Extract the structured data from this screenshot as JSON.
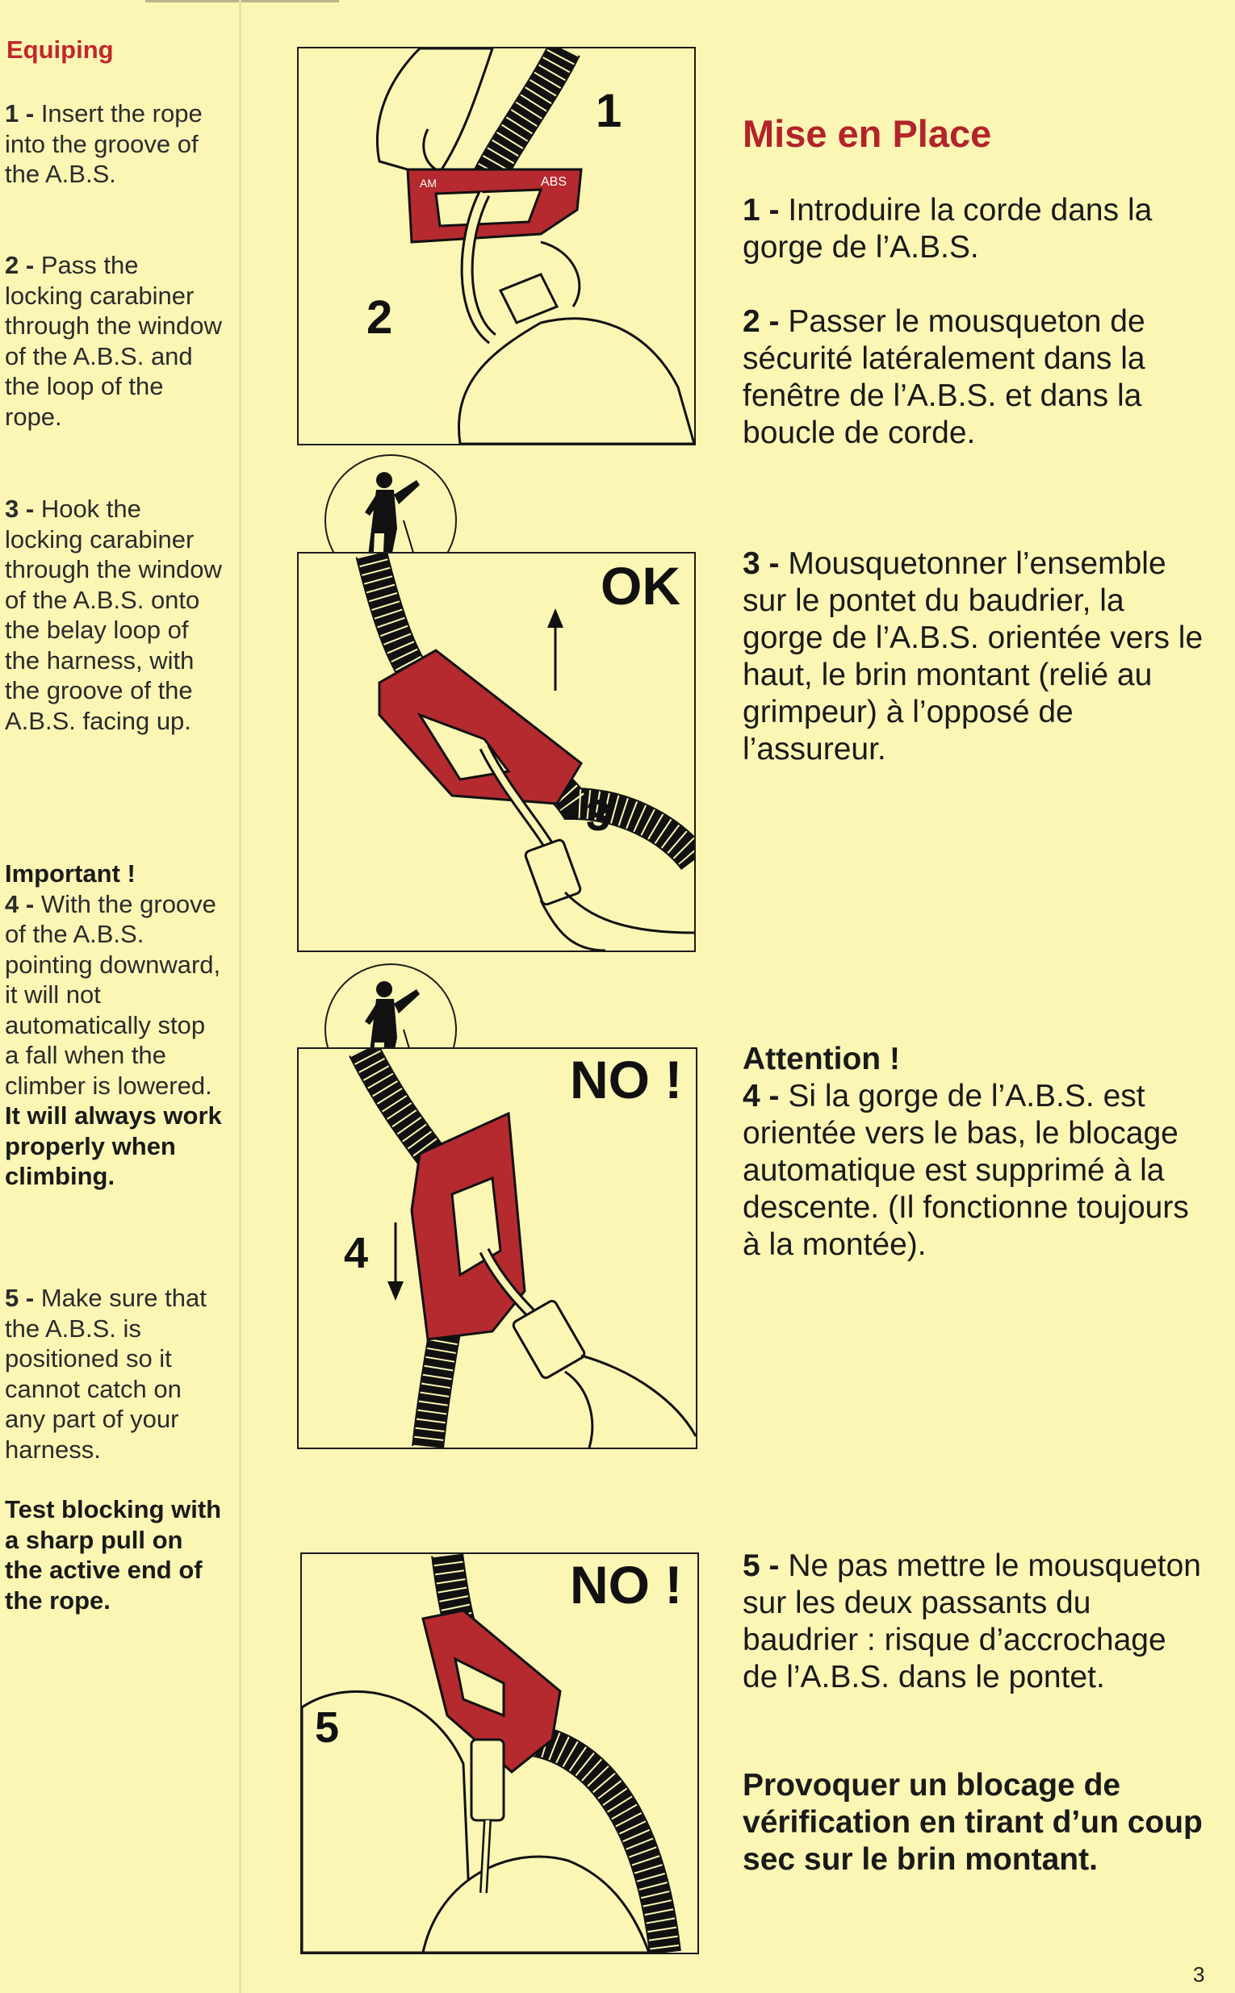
{
  "left": {
    "title": "Equiping",
    "steps": [
      {
        "num": "1 -",
        "text": "Insert the rope into the groove of the A.B.S."
      },
      {
        "num": "2 -",
        "text": "Pass the locking carabiner through the window of the A.B.S. and the loop of the rope."
      },
      {
        "num": "3 -",
        "text": "Hook the locking carabiner through the window of the A.B.S. onto the belay loop of the harness, with the groove of the A.B.S. facing up."
      }
    ],
    "important_label": "Important !",
    "step4": {
      "num": "4 -",
      "text": "With the groove of the A.B.S. pointing downward, it will not automatically stop a fall when the climber is lowered.",
      "bold": "It will always work properly when climbing."
    },
    "step5": {
      "num": "5 -",
      "text": "Make sure that the A.B.S. is positioned so it cannot catch on any part of your harness."
    },
    "test": "Test blocking with a sharp pull on the active end of the rope."
  },
  "right": {
    "title": "Mise en Place",
    "steps": [
      {
        "num": "1 -",
        "text": "Introduire la corde dans la gorge de l’A.B.S."
      },
      {
        "num": "2 -",
        "text": "Passer le mousqueton de sécurité latéralement dans la fenêtre de l’A.B.S. et dans la boucle de corde."
      },
      {
        "num": "3 -",
        "text": "Mousquetonner l’ensemble sur le pontet du baudrier, la gorge de l’A.B.S. orientée vers le haut, le brin montant (relié au grimpeur) à l’opposé de l’assureur."
      }
    ],
    "attention_label": "Attention !",
    "step4": {
      "num": "4 -",
      "text": "Si la gorge de l’A.B.S. est orientée vers le bas, le blocage automatique est supprimé à la descente. (Il fonctionne toujours à la montée)."
    },
    "step5": {
      "num": "5 -",
      "text": "Ne pas mettre le mousqueton sur les deux passants du baudrier : risque d’accrochage de l’A.B.S. dans le pontet."
    },
    "test": "Provoquer un blocage de vérification en tirant d’un coup sec sur le brin montant."
  },
  "figures": {
    "panel1": {
      "num_a": "1",
      "num_b": "2",
      "device_label": "ABS",
      "device_label_b": "AM"
    },
    "panel2": {
      "verdict": "OK",
      "num": "3"
    },
    "panel3": {
      "verdict": "NO !",
      "num": "4"
    },
    "panel4": {
      "verdict": "NO !",
      "num": "5"
    }
  },
  "page_number": "3",
  "colors": {
    "paper": "#fbf6b4",
    "device_red": "#b52a2f",
    "title_red": "#b2242a"
  }
}
